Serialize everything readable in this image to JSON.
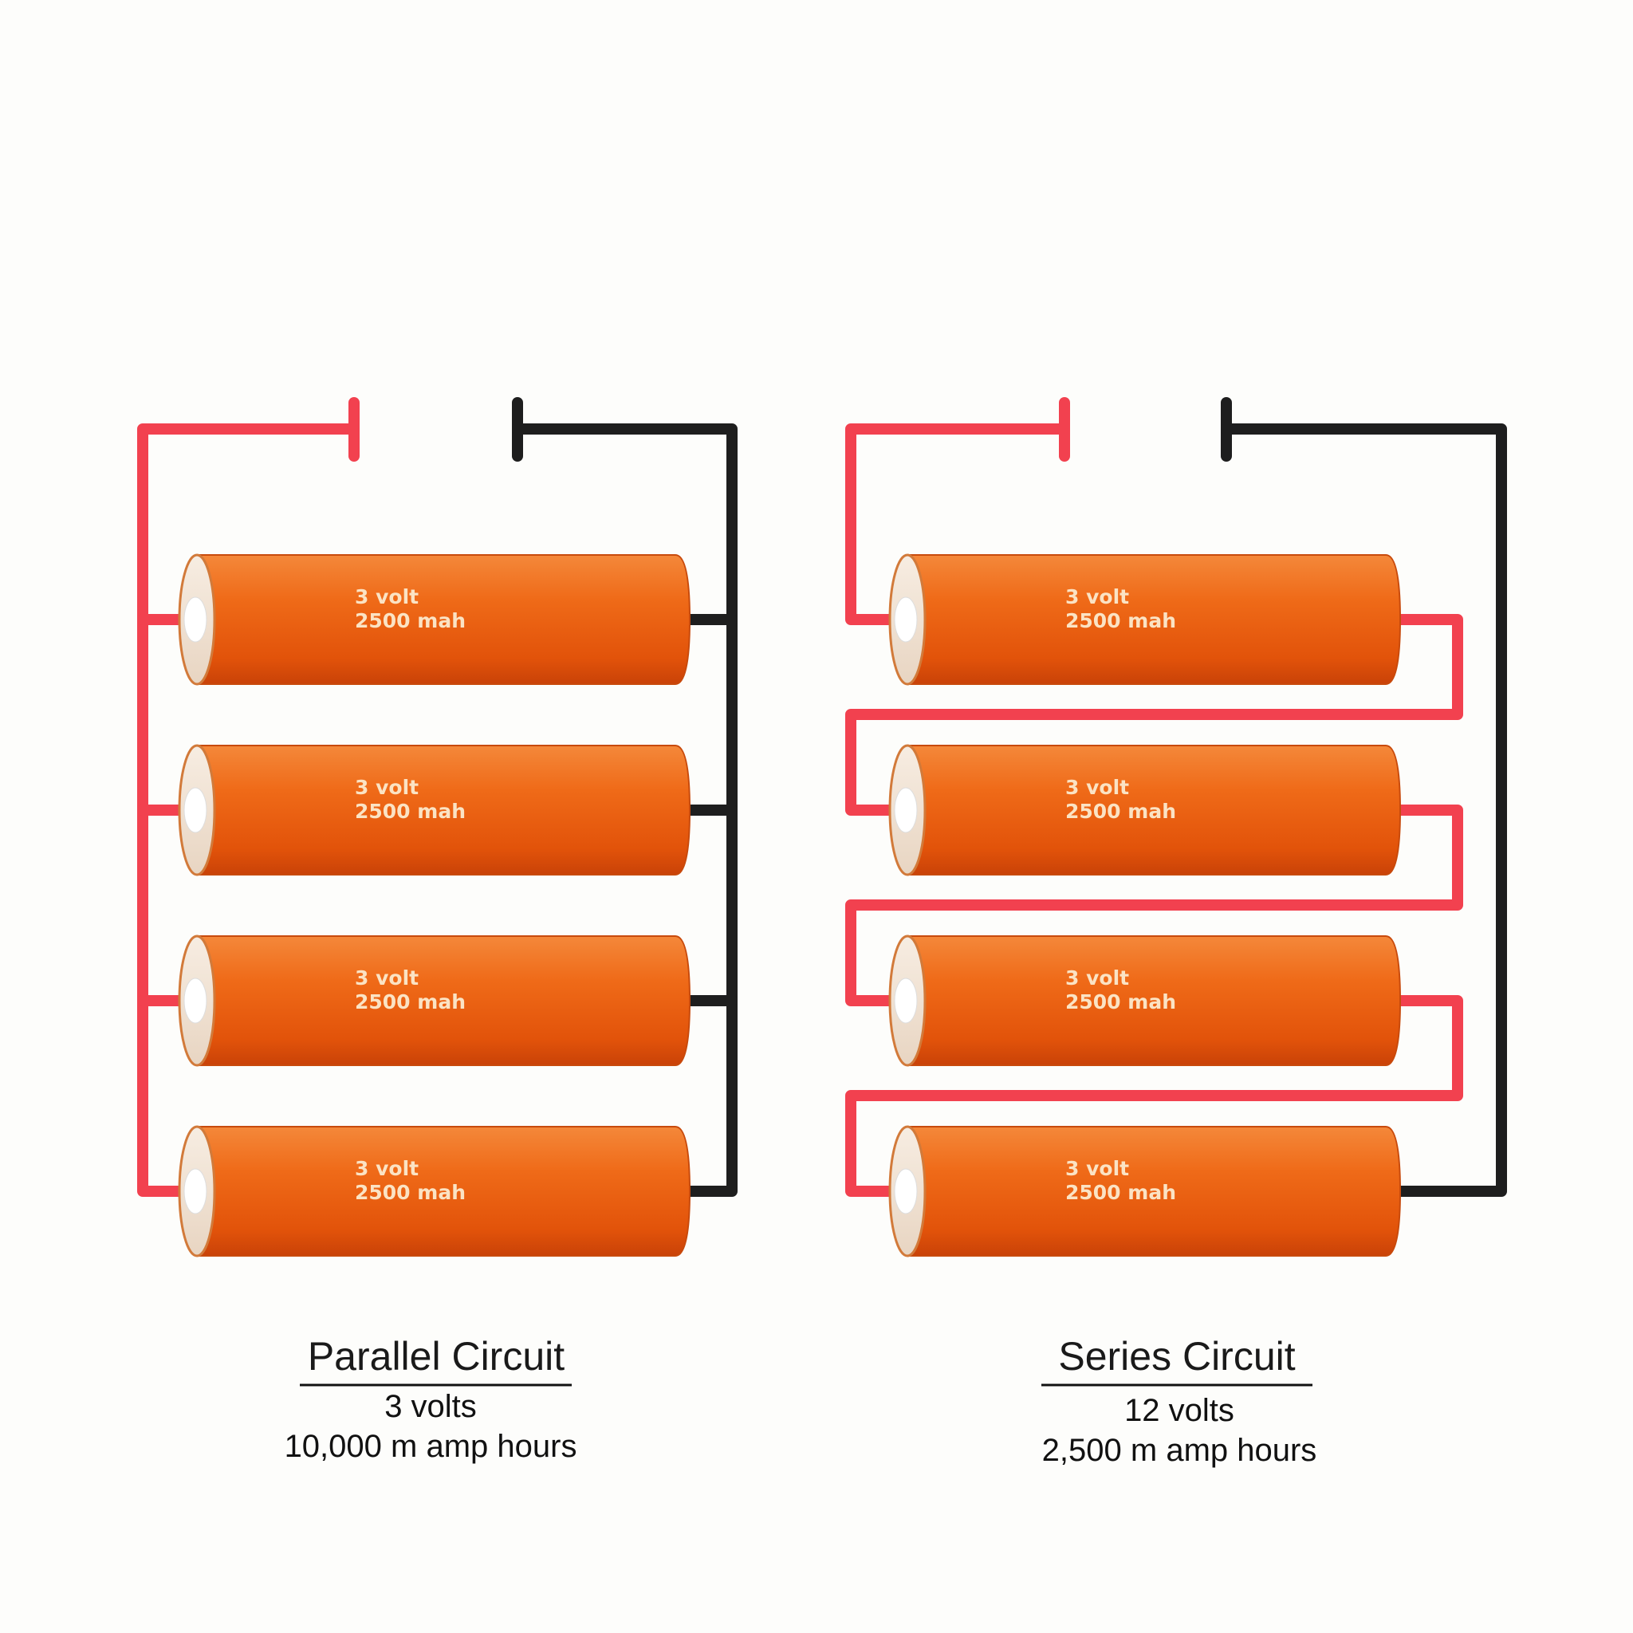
{
  "colors": {
    "positive_wire": "#f2414f",
    "negative_wire": "#1e1e1e",
    "battery": "#ec5f10",
    "battery_cap": "#f4e6d8",
    "label": "#fbe3c4"
  },
  "parallel": {
    "title": "Parallel Circuit",
    "voltage": "3 volts",
    "capacity": "10,000 m amp hours",
    "batteries": [
      {
        "voltage": "3 volt",
        "capacity": "2500 mah"
      },
      {
        "voltage": "3 volt",
        "capacity": "2500 mah"
      },
      {
        "voltage": "3 volt",
        "capacity": "2500 mah"
      },
      {
        "voltage": "3 volt",
        "capacity": "2500 mah"
      }
    ]
  },
  "series": {
    "title": "Series Circuit",
    "voltage": "12 volts",
    "capacity": "2,500 m amp hours",
    "batteries": [
      {
        "voltage": "3 volt",
        "capacity": "2500 mah"
      },
      {
        "voltage": "3 volt",
        "capacity": "2500 mah"
      },
      {
        "voltage": "3 volt",
        "capacity": "2500 mah"
      },
      {
        "voltage": "3 volt",
        "capacity": "2500 mah"
      }
    ]
  }
}
